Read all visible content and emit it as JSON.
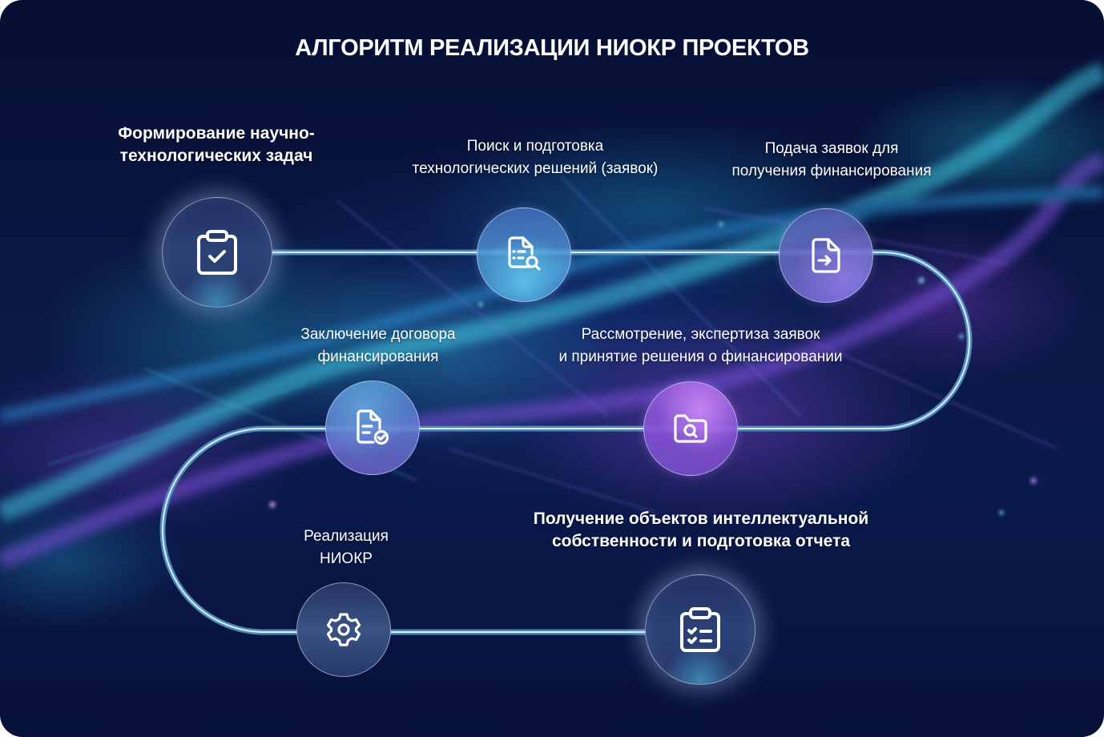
{
  "title": "АЛГОРИТМ РЕАЛИЗАЦИИ НИОКР ПРОЕКТОВ",
  "colors": {
    "background": "#060f33",
    "path_line": "#9fd4f0",
    "text": "#ffffff",
    "accent_cyan": "#3fc6e0",
    "accent_violet": "#9a5ce0"
  },
  "steps": [
    {
      "id": 1,
      "icon": "clipboard-check-icon",
      "lines": [
        "Формирование научно-",
        "технологических задач"
      ],
      "emphasis": "bold"
    },
    {
      "id": 2,
      "icon": "document-search-icon",
      "lines": [
        "Поиск и подготовка",
        "технологических решений (заявок)"
      ],
      "emphasis": "regular"
    },
    {
      "id": 3,
      "icon": "document-arrow-right-icon",
      "lines": [
        "Подача заявок для",
        "получения финансирования"
      ],
      "emphasis": "regular"
    },
    {
      "id": 4,
      "icon": "folder-search-icon",
      "lines": [
        "Рассмотрение, экспертиза заявок",
        "и принятие решения о финансировании"
      ],
      "emphasis": "regular"
    },
    {
      "id": 5,
      "icon": "document-check-icon",
      "lines": [
        "Заключение договора",
        "финансирования"
      ],
      "emphasis": "regular"
    },
    {
      "id": 6,
      "icon": "gear-icon",
      "lines": [
        "Реализация",
        "НИОКР"
      ],
      "emphasis": "regular"
    },
    {
      "id": 7,
      "icon": "clipboard-list-icon",
      "lines": [
        "Получение объектов интеллектуальной",
        "собственности и подготовка отчета"
      ],
      "emphasis": "bold"
    }
  ]
}
